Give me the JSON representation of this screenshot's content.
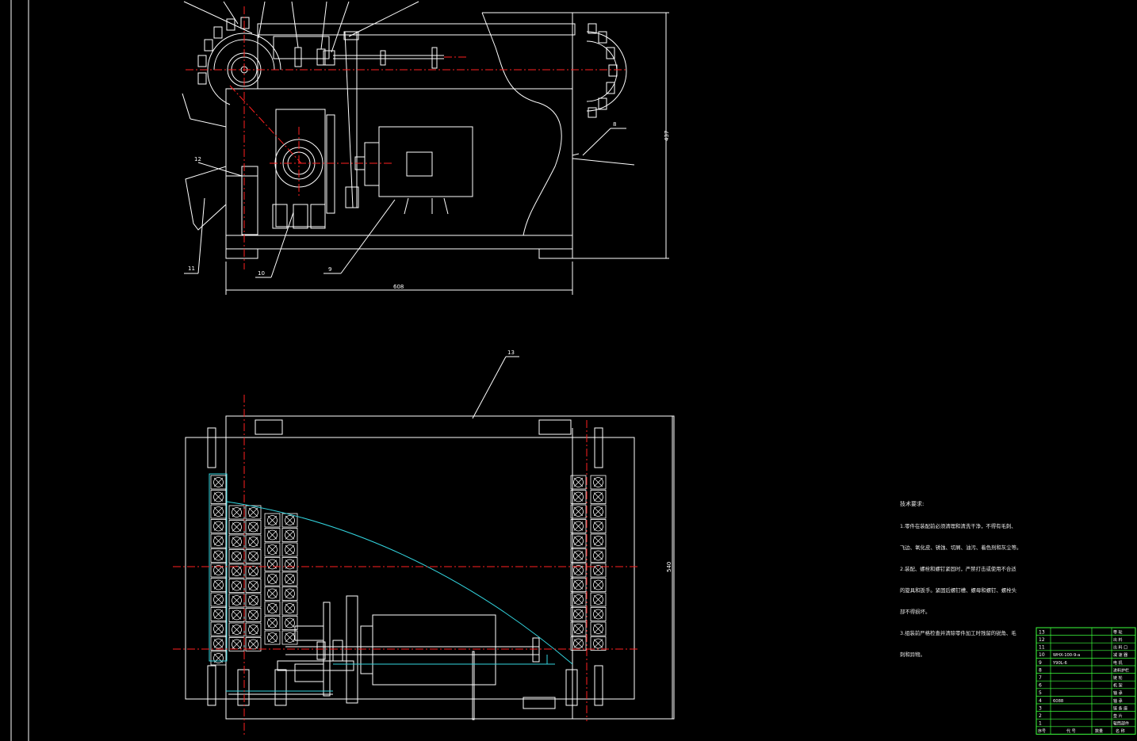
{
  "colors": {
    "background": "#000000",
    "line": "#ffffff",
    "centerline": "#ff2020",
    "highlight": "#33d6e0",
    "title_block": "#3cff3c"
  },
  "front_view": {
    "dimensions": {
      "width": "608",
      "height": "437"
    },
    "balloons": [
      "8",
      "9",
      "10",
      "11",
      "12"
    ]
  },
  "plan_view": {
    "dimensions": {
      "height": "540"
    },
    "balloons": [
      "13"
    ]
  },
  "tech_notes": {
    "header": "技术要求:",
    "lines": [
      "1.零件在装配前必须清理和清洗干净，不得有毛刺、",
      "飞边、氧化皮、锈蚀、切屑、油污、着色剂和灰尘等。",
      "2.装配、螺栓和螺钉紧固时，严禁打击或使用不合适",
      "的旋具和扳手。紧固后螺钉槽、螺母和螺钉、螺栓头",
      "部不得损坏。",
      "3.组装前严格检查并清除零件加工时残留的锐角、毛",
      "刺和异物。"
    ]
  },
  "title_block": {
    "rows": [
      {
        "no": "13",
        "code": "",
        "name": "带 轮"
      },
      {
        "no": "12",
        "code": "",
        "name": "出 料"
      },
      {
        "no": "11",
        "code": "",
        "name": "出 料 口"
      },
      {
        "no": "10",
        "code": "WHX-100-9-a",
        "name": "减 速 器"
      },
      {
        "no": "9",
        "code": "Y90L-6",
        "name": "电 机"
      },
      {
        "no": "8",
        "code": "",
        "name": "进料护栏"
      },
      {
        "no": "7",
        "code": "",
        "name": "链 轮"
      },
      {
        "no": "6",
        "code": "",
        "name": "机 架"
      },
      {
        "no": "5",
        "code": "",
        "name": "轴 承"
      },
      {
        "no": "4",
        "code": "6088",
        "name": "轴 承"
      },
      {
        "no": "3",
        "code": "",
        "name": "链 条 座"
      },
      {
        "no": "2",
        "code": "",
        "name": "垫 片"
      },
      {
        "no": "1",
        "code": "",
        "name": "辊筒部件"
      }
    ],
    "header": {
      "no": "序号",
      "code": "代 号",
      "name": "名 称",
      "qty": "数量"
    }
  }
}
